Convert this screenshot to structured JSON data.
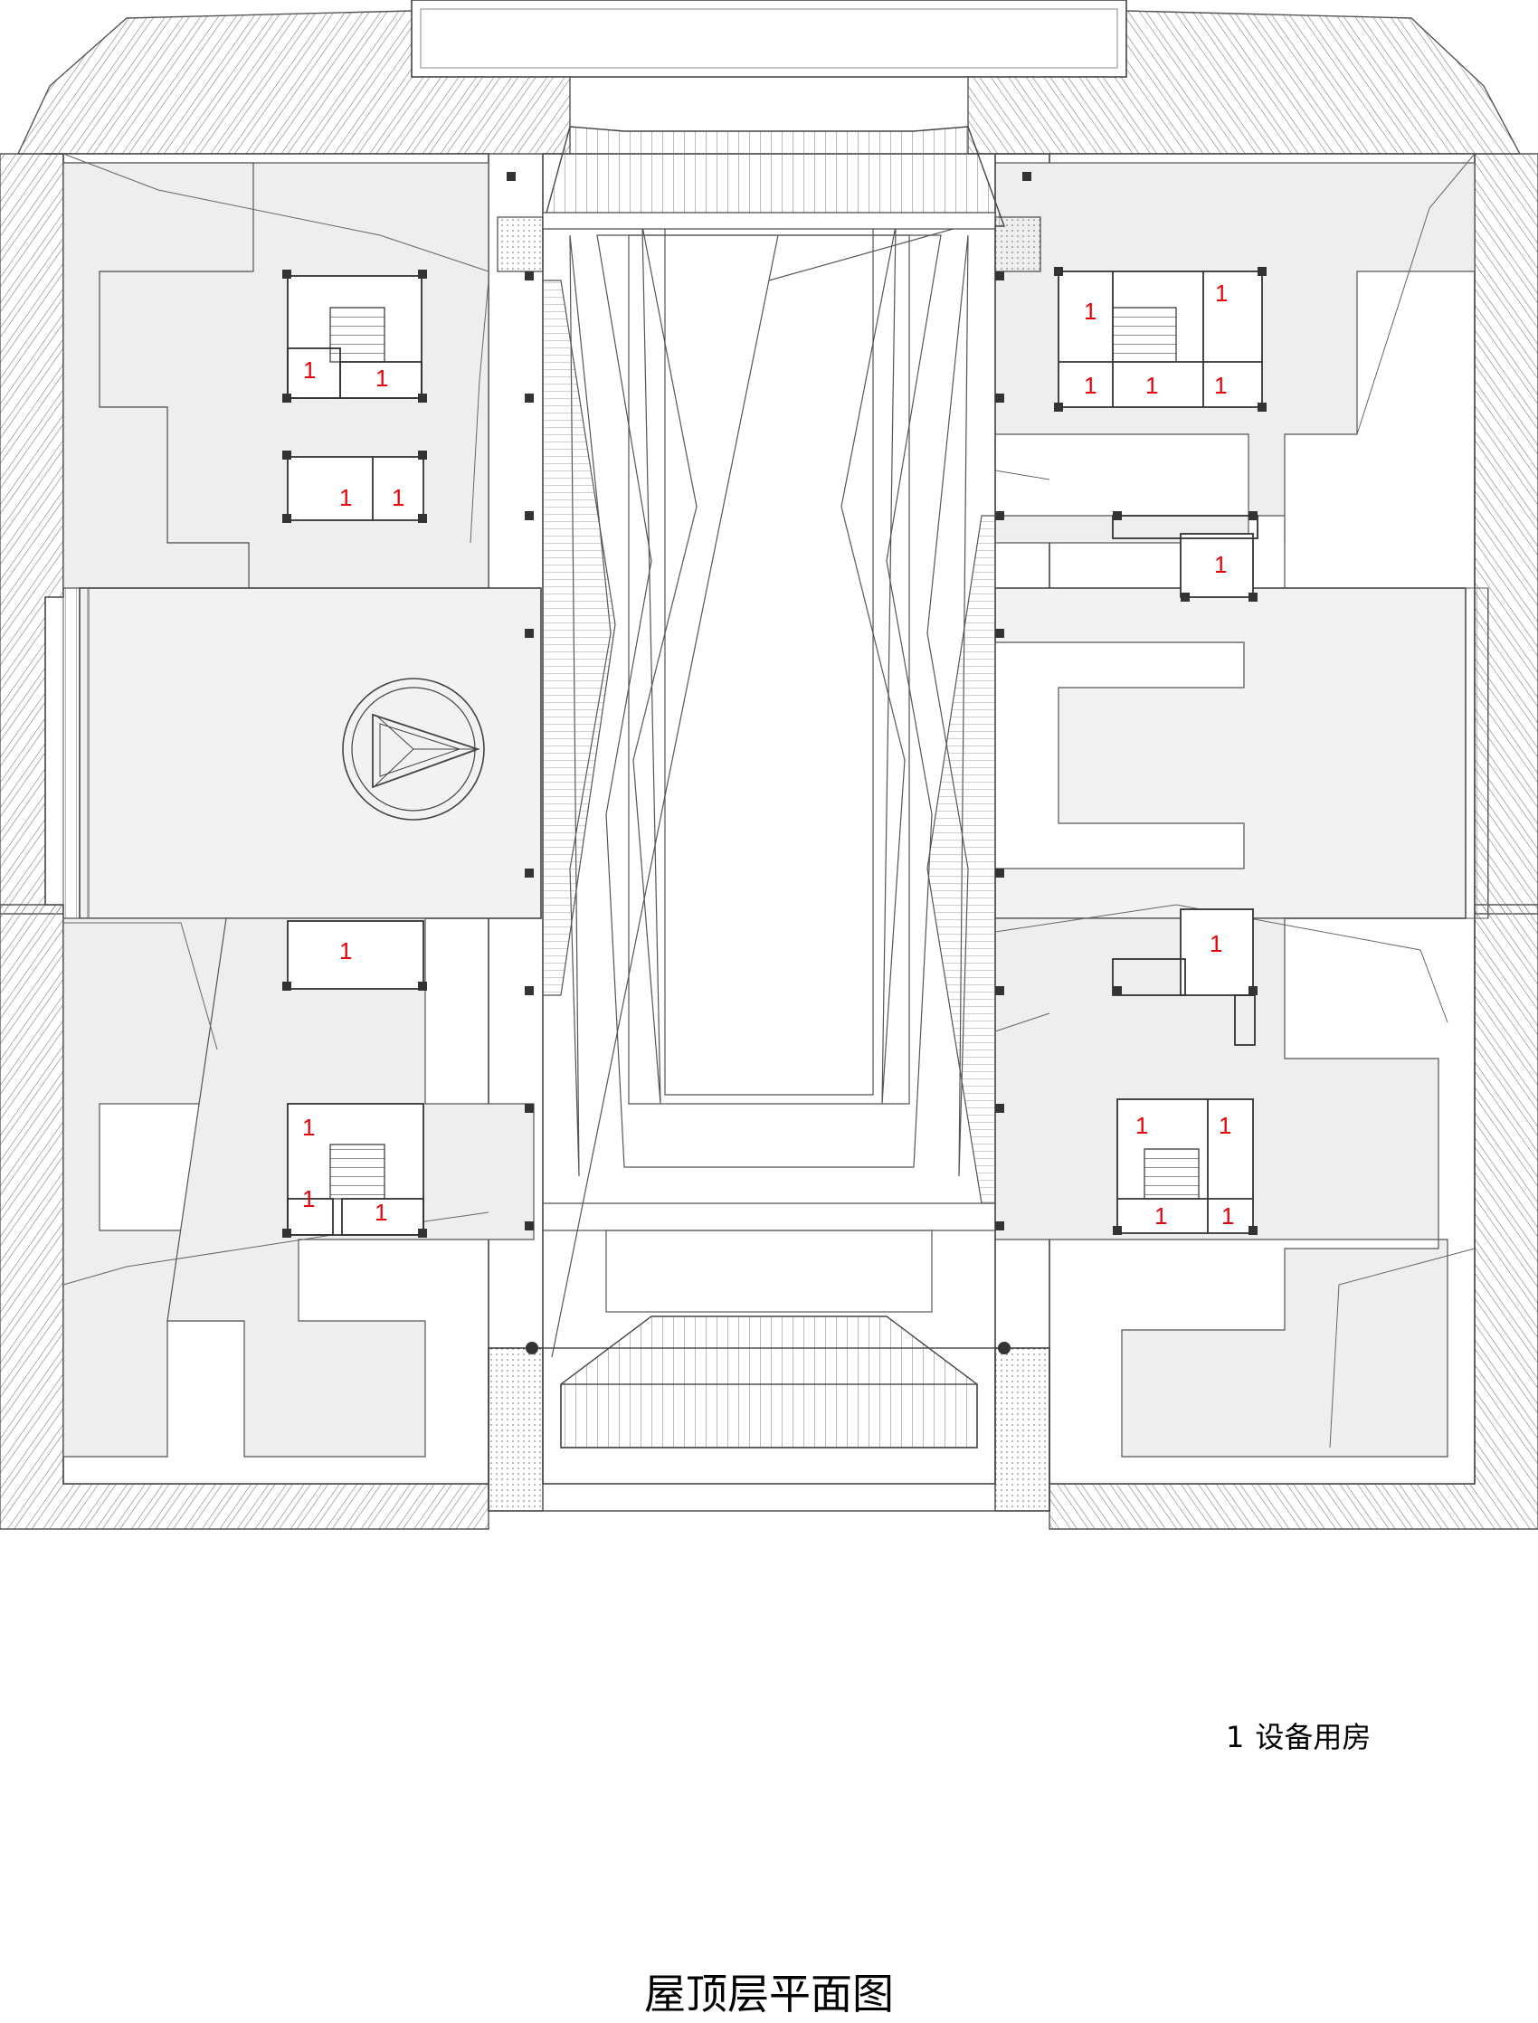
{
  "title": "屋顶层平面图",
  "legend": {
    "number": "1",
    "text": "设备用房"
  },
  "room_tag": "1",
  "colors": {
    "line": "#555555",
    "fill": "#eeeeee",
    "dark": "#333333",
    "label": "#e8000b"
  }
}
